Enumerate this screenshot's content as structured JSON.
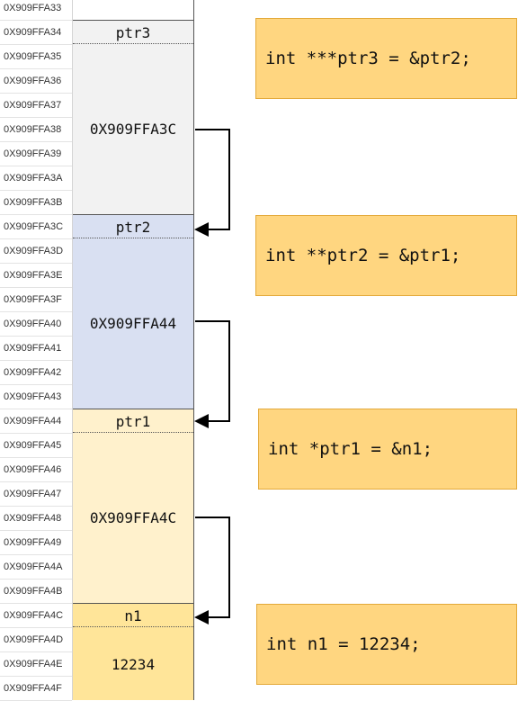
{
  "addresses": [
    "0X909FFA33",
    "0X909FFA34",
    "0X909FFA35",
    "0X909FFA36",
    "0X909FFA37",
    "0X909FFA38",
    "0X909FFA39",
    "0X909FFA3A",
    "0X909FFA3B",
    "0X909FFA3C",
    "0X909FFA3D",
    "0X909FFA3E",
    "0X909FFA3F",
    "0X909FFA40",
    "0X909FFA41",
    "0X909FFA42",
    "0X909FFA43",
    "0X909FFA44",
    "0X909FFA45",
    "0X909FFA46",
    "0X909FFA47",
    "0X909FFA48",
    "0X909FFA49",
    "0X909FFA4A",
    "0X909FFA4B",
    "0X909FFA4C",
    "0X909FFA4D",
    "0X909FFA4E",
    "0X909FFA4F"
  ],
  "blocks": {
    "ptr3": {
      "name": "ptr3",
      "value": "0X909FFA3C",
      "color": "#f2f2f2"
    },
    "ptr2": {
      "name": "ptr2",
      "value": "0X909FFA44",
      "color": "#d9e0f2"
    },
    "ptr1": {
      "name": "ptr1",
      "value": "0X909FFA4C",
      "color": "#fff1cc"
    },
    "n1": {
      "name": "n1",
      "value": "12234",
      "color": "#ffe599"
    }
  },
  "code": {
    "ptr3": "int ***ptr3 = &ptr2;",
    "ptr2": "int **ptr2 = &ptr1;",
    "ptr1": "int *ptr1 = &n1;",
    "n1": "int n1 = 12234;"
  },
  "colors": {
    "code_box": "#ffd680",
    "code_border": "#e3a93a",
    "arrow": "#000000"
  }
}
